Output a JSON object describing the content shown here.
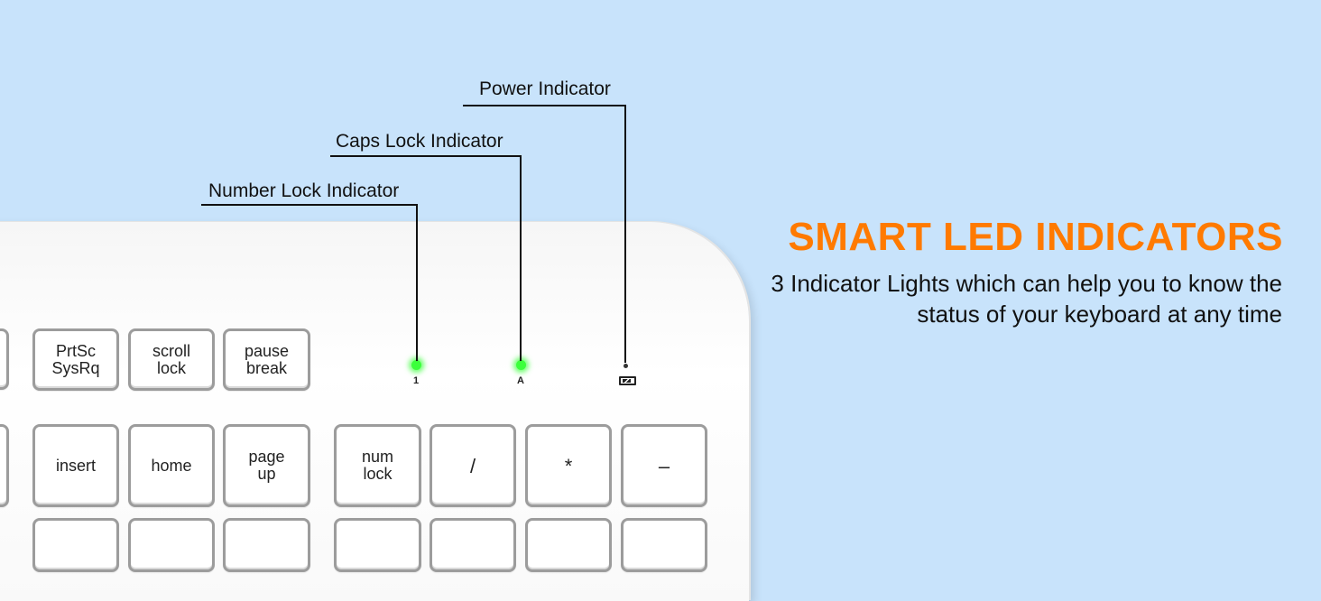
{
  "callouts": {
    "power": "Power Indicator",
    "caps": "Caps Lock Indicator",
    "num": "Number Lock Indicator"
  },
  "indicator_glyphs": {
    "num": "1",
    "caps": "A"
  },
  "keys_row1": [
    "PrtSc\nSysRq",
    "scroll\nlock",
    "pause\nbreak"
  ],
  "keys_row2": [
    "insert",
    "home",
    "page\nup",
    "num\nlock",
    "/",
    "*",
    "–"
  ],
  "headline": "SMART LED INDICATORS",
  "subtext": "3 Indicator Lights which can help you to know the status of your keyboard at any time",
  "colors": {
    "background": "#c8e3fb",
    "accent": "#ff7a00",
    "led": "#3cff3c"
  }
}
